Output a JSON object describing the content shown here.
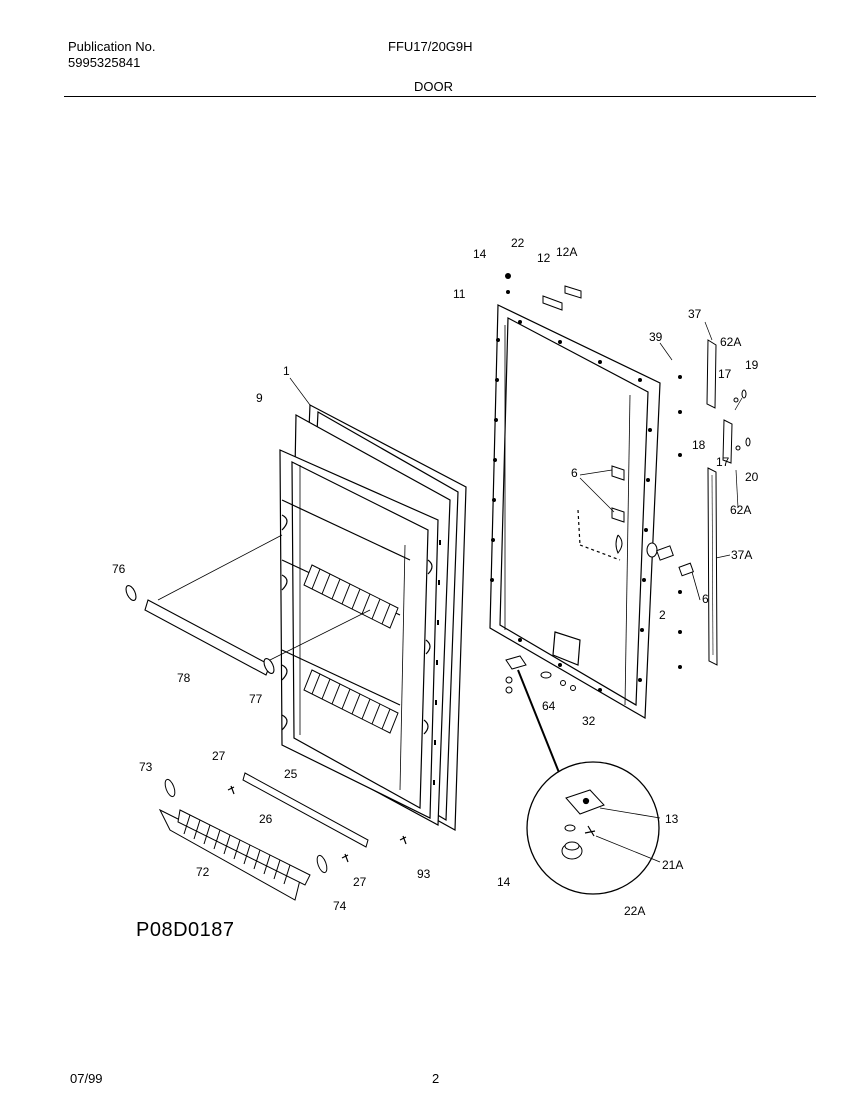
{
  "header": {
    "publication_label": "Publication No.",
    "publication_number": "5995325841",
    "model": "FFU17/20G9H",
    "section": "DOOR"
  },
  "diagram": {
    "plate_id": "P08D0187",
    "callouts": [
      "1",
      "9",
      "76",
      "78",
      "77",
      "73",
      "27",
      "25",
      "26",
      "72",
      "27",
      "74",
      "93",
      "14",
      "22",
      "12",
      "12A",
      "11",
      "37",
      "39",
      "62A",
      "19",
      "17",
      "18",
      "17",
      "20",
      "62A",
      "6",
      "37A",
      "2",
      "6",
      "64",
      "32",
      "13",
      "21A",
      "14",
      "22A"
    ]
  },
  "footer": {
    "date": "07/99",
    "page": "2"
  }
}
